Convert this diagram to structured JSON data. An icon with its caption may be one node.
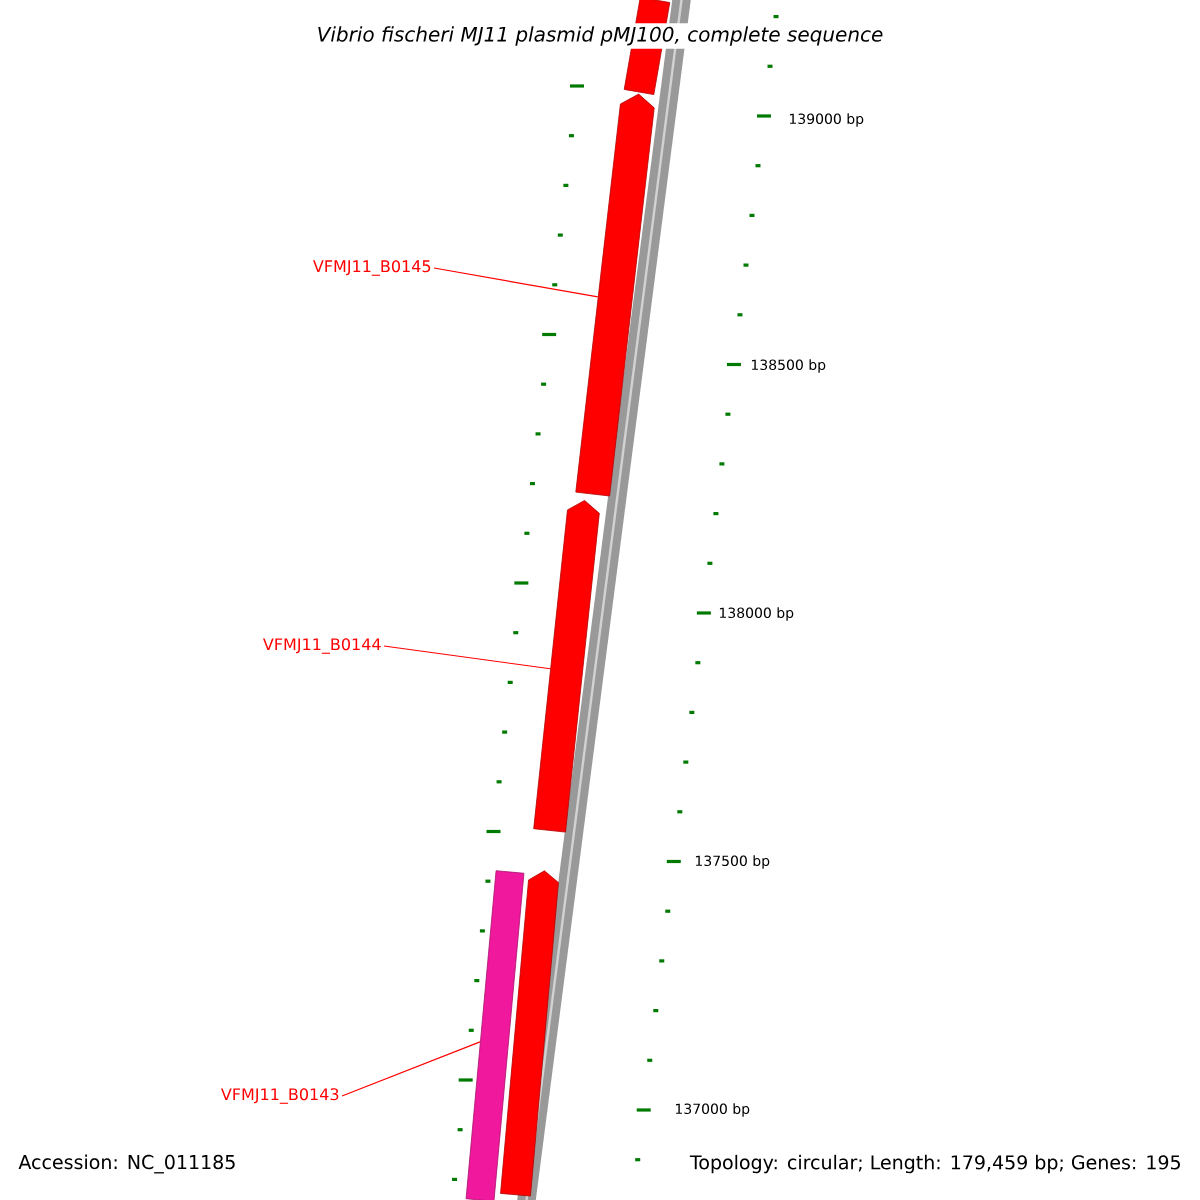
{
  "diagram": {
    "title": "Vibrio fischeri MJ11 plasmid pMJ100, complete sequence",
    "nodes": [
      {
        "text": [
          "VFMJ11_B0145"
        ]
      },
      {
        "text": [
          "VFMJ11_B0144"
        ]
      },
      {
        "text": [
          "VFMJ11_B0143"
        ]
      },
      {
        "text": [],
        "shape": "bar"
      },
      {
        "text": [],
        "shape": "bar"
      },
      {
        "text": [],
        "shape": "bar"
      },
      {
        "text": [],
        "shape": "bar"
      },
      {
        "text": [],
        "shape": "bar"
      }
    ],
    "edges": [
      {
        "from": 0,
        "to": 4,
        "arrow": "none"
      },
      {
        "from": 1,
        "to": 5,
        "arrow": "none"
      },
      {
        "from": 2,
        "to": 6,
        "arrow": "none"
      }
    ],
    "labels": [
      "139000 bp",
      "138500 bp",
      "138000 bp",
      "137500 bp",
      "137000 bp",
      "Accession: NC_011185",
      "Topology: circular; Length: 179,459 bp; Genes: 195"
    ]
  }
}
